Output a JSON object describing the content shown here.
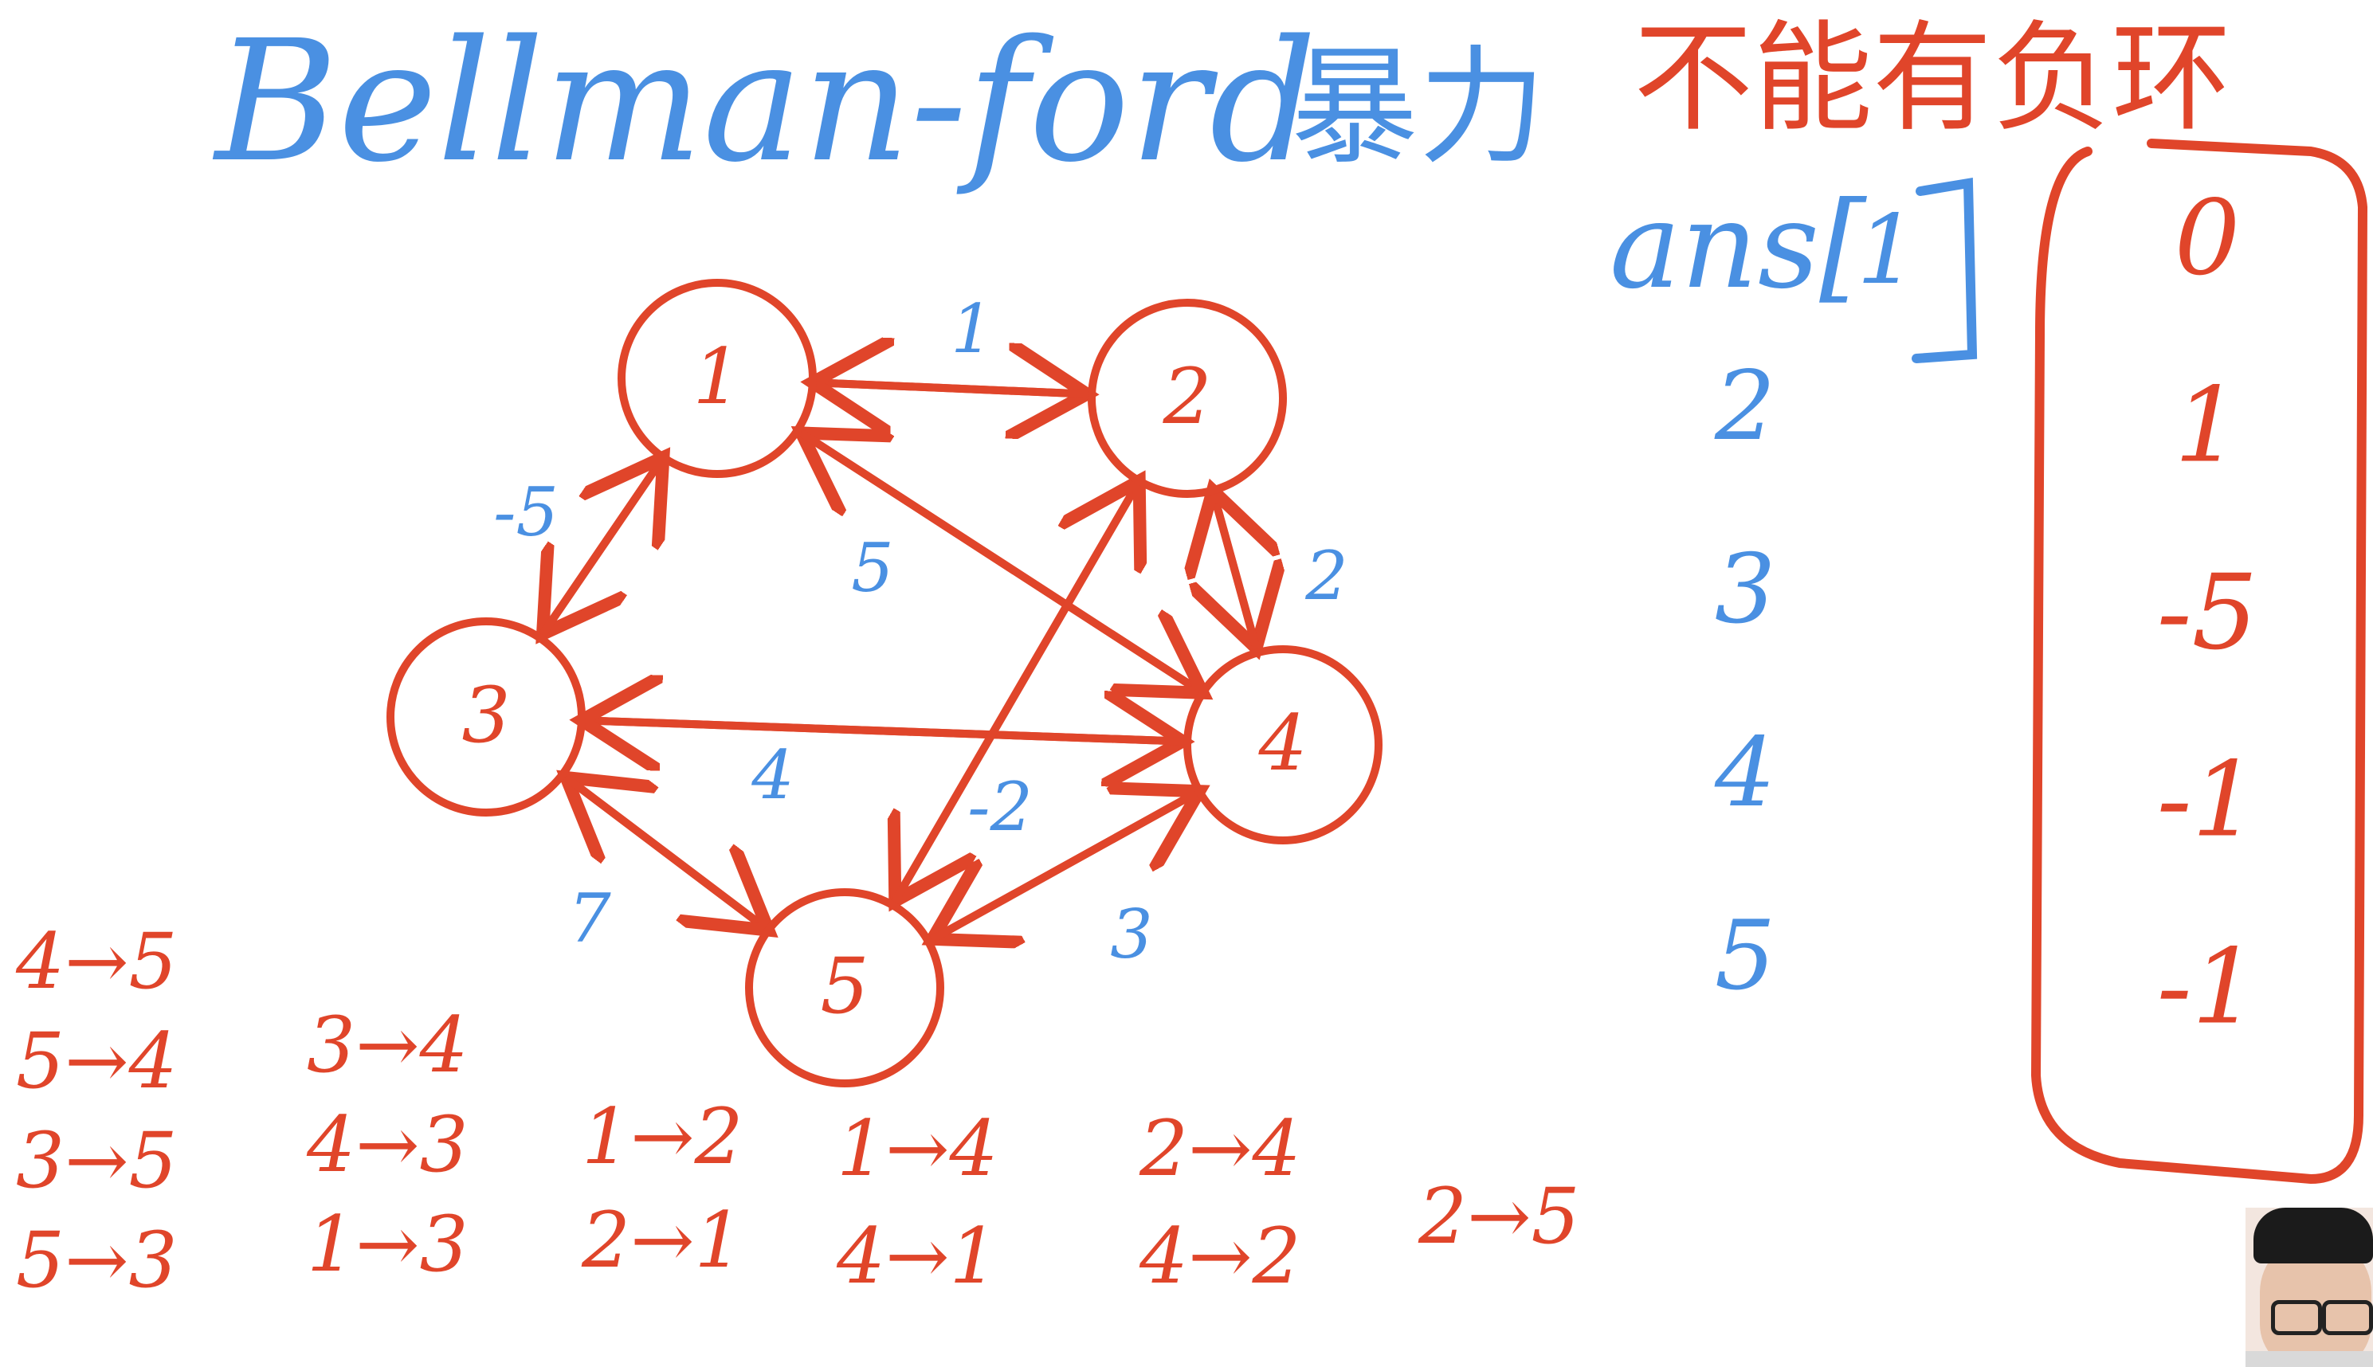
{
  "title": {
    "algorithm": "Bellman-ford",
    "method": "暴力",
    "constraint": "不能有负环"
  },
  "graph": {
    "nodes": [
      {
        "id": "1",
        "label": "1"
      },
      {
        "id": "2",
        "label": "2"
      },
      {
        "id": "3",
        "label": "3"
      },
      {
        "id": "4",
        "label": "4"
      },
      {
        "id": "5",
        "label": "5"
      }
    ],
    "edges": [
      {
        "from": "1",
        "to": "2",
        "weight": "1"
      },
      {
        "from": "1",
        "to": "3",
        "weight": "-5"
      },
      {
        "from": "4",
        "to": "1",
        "weight": "5"
      },
      {
        "from": "2",
        "to": "4",
        "weight": "2"
      },
      {
        "from": "3",
        "to": "4",
        "weight": "4"
      },
      {
        "from": "2",
        "to": "5",
        "weight": "-2"
      },
      {
        "from": "4",
        "to": "5",
        "weight": "3"
      },
      {
        "from": "5",
        "to": "3",
        "weight": "7"
      }
    ]
  },
  "ans": {
    "label": "ans[",
    "index_label": "1",
    "indices": [
      "2",
      "3",
      "4",
      "5"
    ],
    "values": [
      "0",
      "1",
      "-5",
      "-1",
      "-1"
    ]
  },
  "edge_lists": {
    "col1": [
      "4→5",
      "5→4",
      "3→5",
      "5→3"
    ],
    "col2": [
      "3→4",
      "4→3",
      "1→3"
    ],
    "col3": [
      "1→2",
      "2→1"
    ],
    "col4": [
      "1→4",
      "4→1"
    ],
    "col5": [
      "2→4",
      "4→2"
    ],
    "col6": [
      "2→5"
    ]
  },
  "colors": {
    "blue": "#4a90e2",
    "red": "#e0452a",
    "background": "#ffffff"
  }
}
